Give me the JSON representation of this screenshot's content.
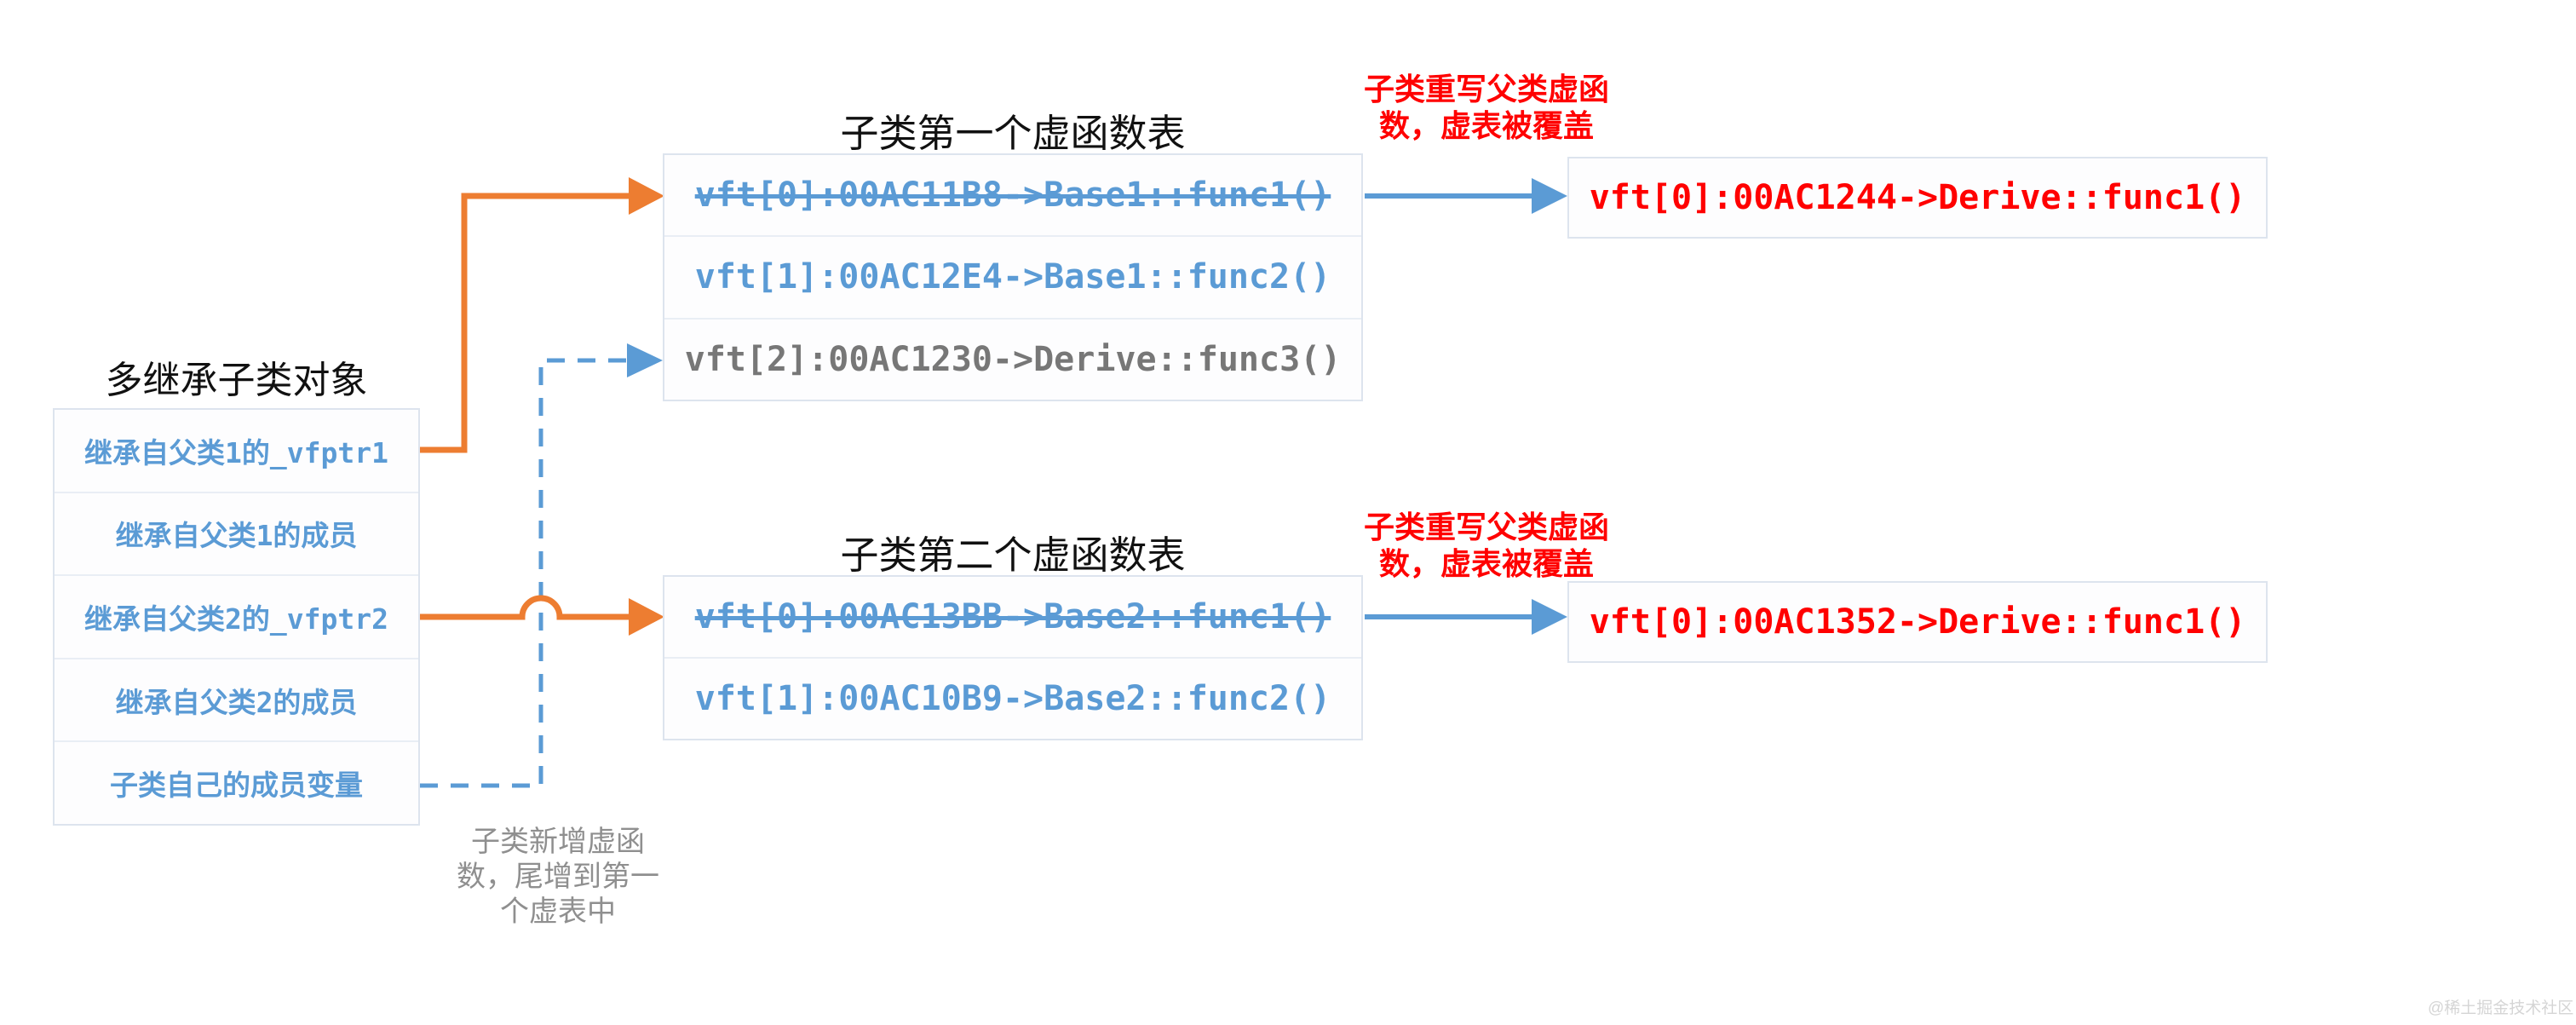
{
  "object_box": {
    "title": "多继承子类对象",
    "rows": [
      "继承自父类1的_vfptr1",
      "继承自父类1的成员",
      "继承自父类2的_vfptr2",
      "继承自父类2的成员",
      "子类自己的成员变量"
    ]
  },
  "vtable1": {
    "title": "子类第一个虚函数表",
    "rows": [
      "vft[0]:00AC11B8->Base1::func1()",
      "vft[1]:00AC12E4->Base1::func2()",
      "vft[2]:00AC1230->Derive::func3()"
    ],
    "struck_row_index": 0
  },
  "vtable2": {
    "title": "子类第二个虚函数表",
    "rows": [
      "vft[0]:00AC13BB->Base2::func1()",
      "vft[1]:00AC10B9->Base2::func2()"
    ],
    "struck_row_index": 0
  },
  "override_note_top": {
    "line1": "子类重写父类虚函",
    "line2": "数，虚表被覆盖"
  },
  "override_note_bottom": {
    "line1": "子类重写父类虚函",
    "line2": "数，虚表被覆盖"
  },
  "result1": "vft[0]:00AC1244->Derive::func1()",
  "result2": "vft[0]:00AC1352->Derive::func1()",
  "tail_note": {
    "line1": "子类新增虚函",
    "line2": "数，尾增到第一",
    "line3": "个虚表中"
  },
  "watermark": "@稀土掘金技术社区",
  "colors": {
    "accent_orange": "#ed7d31",
    "accent_blue": "#5b9bd5",
    "text_gray": "#777777",
    "text_red": "#ff0000",
    "box_border": "#dde4ee"
  }
}
